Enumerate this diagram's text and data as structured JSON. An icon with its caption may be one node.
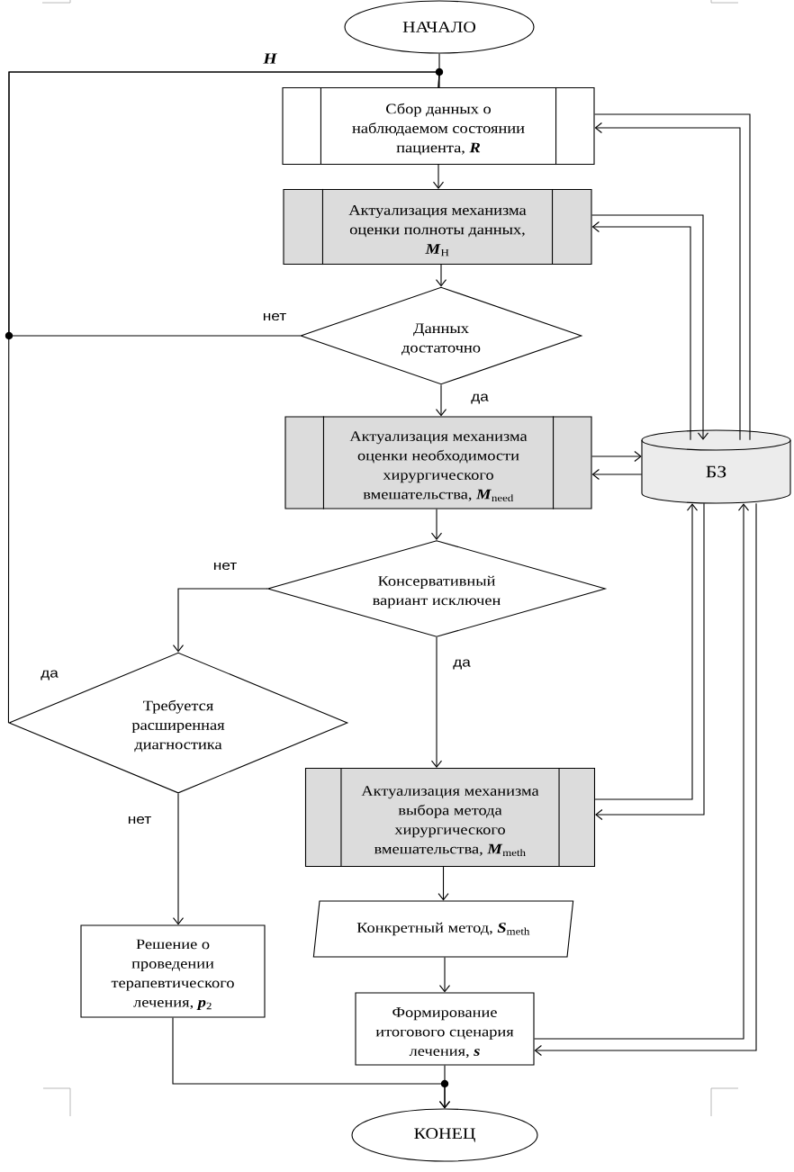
{
  "diagram": {
    "nodes": [
      {
        "text": [
          "НАЧАЛО"
        ]
      },
      {
        "text": [
          "Сбор данных о наблюдаемом состоянии пациента, **R**"
        ]
      },
      {
        "text": [
          "Актуализация механизма оценки полноты данных, **M**$_{H}$"
        ]
      },
      {
        "text": [
          "Данных достаточно"
        ]
      },
      {
        "text": [
          "Актуализация механизма оценки необходимости хирургического вмешательства, **M**$_{need}$"
        ]
      },
      {
        "text": [
          "БЗ"
        ]
      },
      {
        "text": [
          "Консервативный вариант исключен"
        ]
      },
      {
        "text": [
          "Требуется расширенная диагностика"
        ]
      },
      {
        "text": [
          "Актуализация механизма выбора метода хирургического вмешательства, **M**$_{meth}$"
        ]
      },
      {
        "text": [
          "Конкретный метод, **S**$_{meth}$"
        ]
      },
      {
        "text": [
          "Решение о проведении терапевтического лечения, **p**$_{2}$"
        ]
      },
      {
        "text": [
          "Формирование итогового сценария лечения, **s**"
        ]
      },
      {
        "text": [
          "КОНЕЦ"
        ]
      }
    ],
    "edges": [
      {
        "from": 0,
        "to": 1,
        "arrow": "none"
      },
      {
        "from": 3,
        "to": 1,
        "arrow": "none",
        "label": "нет"
      },
      {
        "from": 7,
        "to": 1,
        "arrow": "none",
        "label": "да"
      },
      {
        "from": 1,
        "to": 2,
        "arrow": "to"
      },
      {
        "from": 2,
        "to": 3,
        "arrow": "to"
      },
      {
        "from": 3,
        "to": 4,
        "arrow": "to",
        "label": "да"
      },
      {
        "from": 4,
        "to": 6,
        "arrow": "to"
      },
      {
        "from": 6,
        "to": 7,
        "arrow": "to",
        "label": "нет"
      },
      {
        "from": 6,
        "to": 8,
        "arrow": "to",
        "label": "да"
      },
      {
        "from": 7,
        "to": 10,
        "arrow": "to",
        "label": "нет"
      },
      {
        "from": 8,
        "to": 9,
        "arrow": "to"
      },
      {
        "from": 9,
        "to": 11,
        "arrow": "to"
      },
      {
        "from": 11,
        "to": 12,
        "arrow": "to"
      },
      {
        "from": 10,
        "to": 12,
        "arrow": "to"
      },
      {
        "from": 1,
        "to": 5,
        "arrow": "none"
      },
      {
        "from": 5,
        "to": 1,
        "arrow": "to"
      },
      {
        "from": 2,
        "to": 5,
        "arrow": "to"
      },
      {
        "from": 5,
        "to": 2,
        "arrow": "to"
      },
      {
        "from": 4,
        "to": 5,
        "arrow": "to"
      },
      {
        "from": 5,
        "to": 4,
        "arrow": "to"
      },
      {
        "from": 8,
        "to": 5,
        "arrow": "to"
      },
      {
        "from": 5,
        "to": 8,
        "arrow": "to"
      },
      {
        "from": 11,
        "to": 5,
        "arrow": "to"
      },
      {
        "from": 5,
        "to": 11,
        "arrow": "to"
      }
    ],
    "labels": [
      "H"
    ]
  }
}
